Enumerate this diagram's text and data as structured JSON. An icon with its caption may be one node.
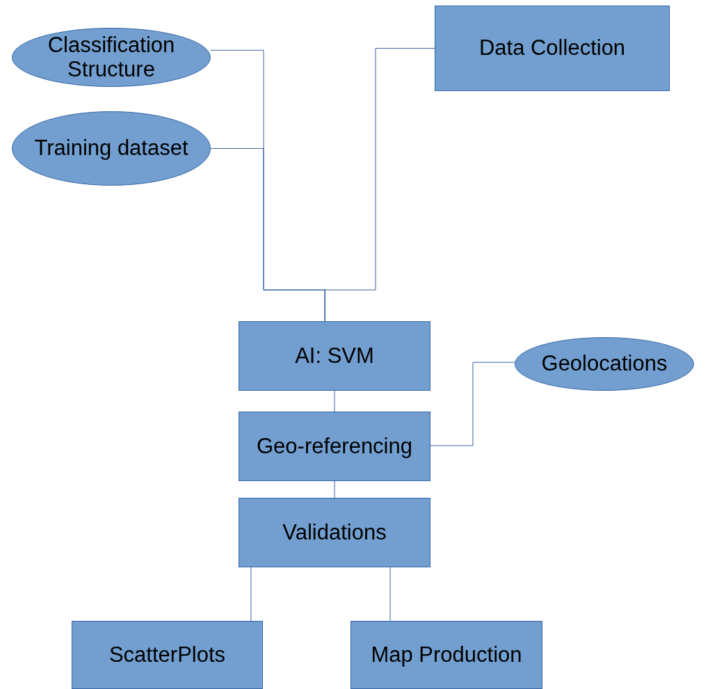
{
  "diagram": {
    "nodes": [
      {
        "text": [
          "Classification Structure"
        ]
      },
      {
        "text": [
          "Training dataset"
        ]
      },
      {
        "text": [
          "Data Collection"
        ]
      },
      {
        "text": [
          "AI: SVM"
        ]
      },
      {
        "text": [
          "Geolocations"
        ]
      },
      {
        "text": [
          "Geo-referencing"
        ]
      },
      {
        "text": [
          "Validations"
        ]
      },
      {
        "text": [
          "ScatterPlots"
        ]
      },
      {
        "text": [
          "Map Production"
        ]
      }
    ],
    "edges": [
      {
        "from": 0,
        "to": 3,
        "arrow": "none"
      },
      {
        "from": 1,
        "to": 3,
        "arrow": "none"
      },
      {
        "from": 2,
        "to": 3,
        "arrow": "none"
      },
      {
        "from": 3,
        "to": 5,
        "arrow": "none"
      },
      {
        "from": 4,
        "to": 5,
        "arrow": "none"
      },
      {
        "from": 5,
        "to": 6,
        "arrow": "none"
      },
      {
        "from": 6,
        "to": 7,
        "arrow": "none"
      },
      {
        "from": 6,
        "to": 8,
        "arrow": "none"
      }
    ]
  }
}
